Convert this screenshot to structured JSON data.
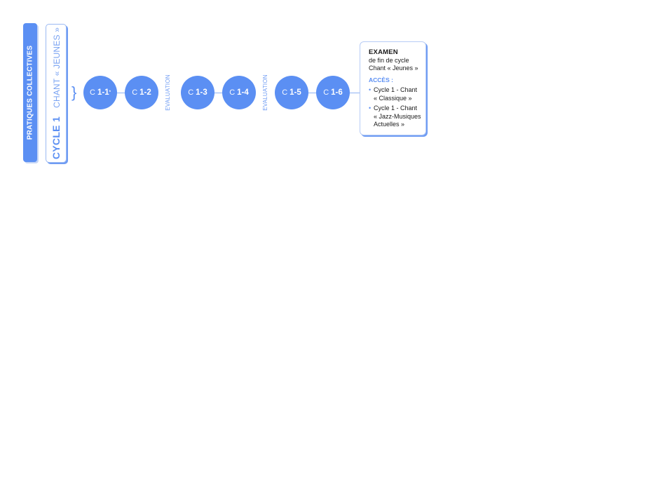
{
  "section_label": "PRATIQUES COLLECTIVES",
  "cycle": {
    "title": "CYCLE 1",
    "subtitle": "CHANT « JEUNES »"
  },
  "nodes": [
    {
      "prefix": "C",
      "code": "1-1",
      "sup": "*"
    },
    {
      "prefix": "C",
      "code": "1-2",
      "sup": ""
    },
    {
      "prefix": "C",
      "code": "1-3",
      "sup": ""
    },
    {
      "prefix": "C",
      "code": "1-4",
      "sup": ""
    },
    {
      "prefix": "C",
      "code": "1-5",
      "sup": ""
    },
    {
      "prefix": "C",
      "code": "1-6",
      "sup": ""
    }
  ],
  "evaluation_labels": [
    "EVALUATION",
    "EVALUATION"
  ],
  "exam": {
    "title": "EXAMEN",
    "lines": [
      "de fin de cycle",
      "Chant « Jeunes »"
    ],
    "access_label": "ACCÈS :",
    "access_items": [
      [
        "Cycle 1 - Chant",
        "« Classique »"
      ],
      [
        "Cycle 1 - Chant",
        "« Jazz-Musiques",
        "Actuelles »"
      ]
    ]
  },
  "colors": {
    "accent": "#5b8ff3",
    "light_accent": "#8fb2f3",
    "text": "#1a1a1a"
  }
}
